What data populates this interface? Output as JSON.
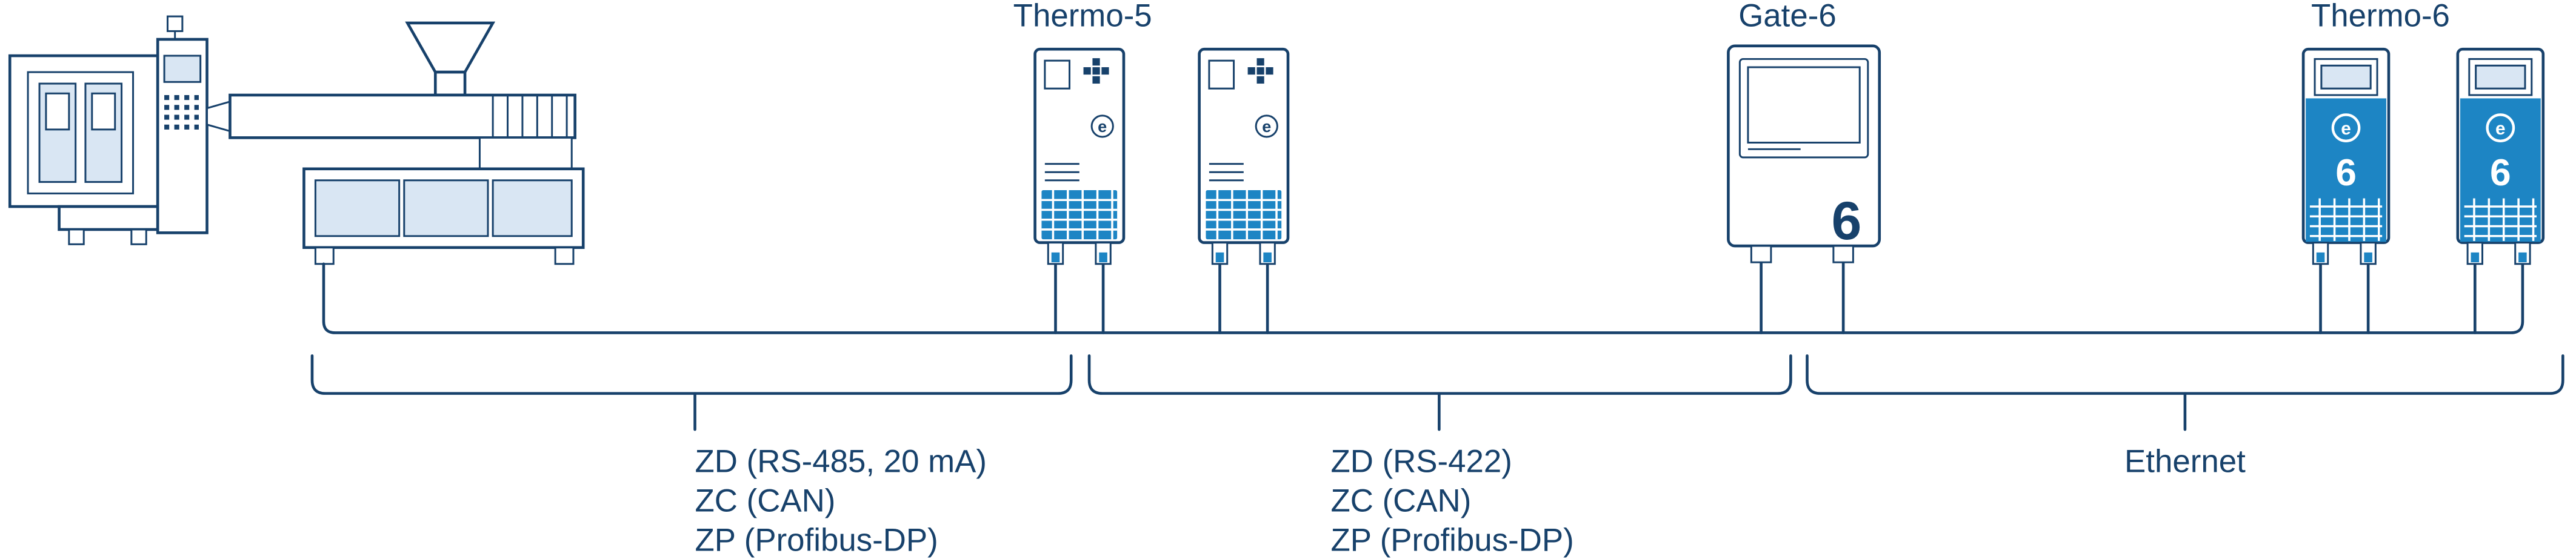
{
  "diagram": {
    "device_labels": {
      "thermo5": "Thermo-5",
      "gate6": "Gate-6",
      "thermo6": "Thermo-6"
    },
    "logo_letter": "e",
    "numeral_6": "6",
    "buses": [
      {
        "label_lines": [
          "ZD (RS-485, 20 mA)",
          "ZC (CAN)",
          "ZP (Profibus-DP)"
        ]
      },
      {
        "label_lines": [
          "ZD (RS-422)",
          "ZC (CAN)",
          "ZP (Profibus-DP)"
        ]
      },
      {
        "label_lines": [
          "Ethernet"
        ]
      }
    ],
    "colors": {
      "navy": "#17416b",
      "accent": "#1d85c4",
      "light_fill": "#d9e6f3"
    }
  }
}
